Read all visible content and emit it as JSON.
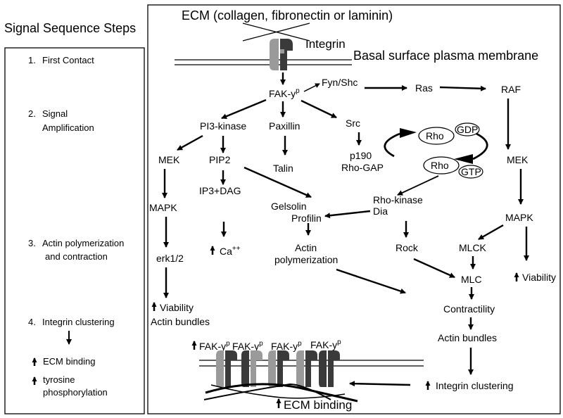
{
  "sidebar": {
    "title": "Signal Sequence Steps",
    "steps": [
      {
        "num": "1.",
        "line1": "First Contact",
        "line2": ""
      },
      {
        "num": "2.",
        "line1": "Signal",
        "line2": "Amplification"
      },
      {
        "num": "3.",
        "line1": "Actin polymerization",
        "line2": "and contraction"
      },
      {
        "num": "4.",
        "line1": "Integrin clustering",
        "line2": ""
      }
    ],
    "ecm_binding": "ECM binding",
    "tyrosine_line1": "tyrosine",
    "tyrosine_line2": "phosphorylation"
  },
  "diagram": {
    "ecm": "ECM (collagen, fibronectin or laminin)",
    "integrin": "Integrin",
    "membrane": "Basal surface plasma membrane",
    "fak": "FAK-y",
    "fak_sup": "p",
    "fyn": "Fyn/Shc",
    "ras": "Ras",
    "raf": "RAF",
    "pi3k": "PI3-kinase",
    "paxillin": "Paxillin",
    "src": "Src",
    "rho_gdp": "Rho",
    "gdp": "GDP",
    "rho_gtp": "Rho",
    "gtp": "GTP",
    "mek_left": "MEK",
    "pip2": "PIP2",
    "talin": "Talin",
    "p190": "p190",
    "rhogap": "Rho-GAP",
    "mek_right": "MEK",
    "mapk_left": "MAPK",
    "ip3": "IP3+DAG",
    "gelsolin": "Gelsolin",
    "profilin": "Profilin",
    "rhokinase": "Rho-kinase",
    "dia": "Dia",
    "mapk_right": "MAPK",
    "erk": "erk1/2",
    "ca": "Ca",
    "ca_sup": "++",
    "actin": "Actin",
    "polymerization": "polymerization",
    "rock": "Rock",
    "mlck": "MLCK",
    "mlc": "MLC",
    "viability_right": "Viability",
    "viability_left": "Viability",
    "actin_bundles_left": "Actin bundles",
    "contractility": "Contractility",
    "actin_bundles_right": "Actin bundles",
    "integrin_clustering": "Integrin clustering",
    "ecm_binding": "ECM binding"
  }
}
